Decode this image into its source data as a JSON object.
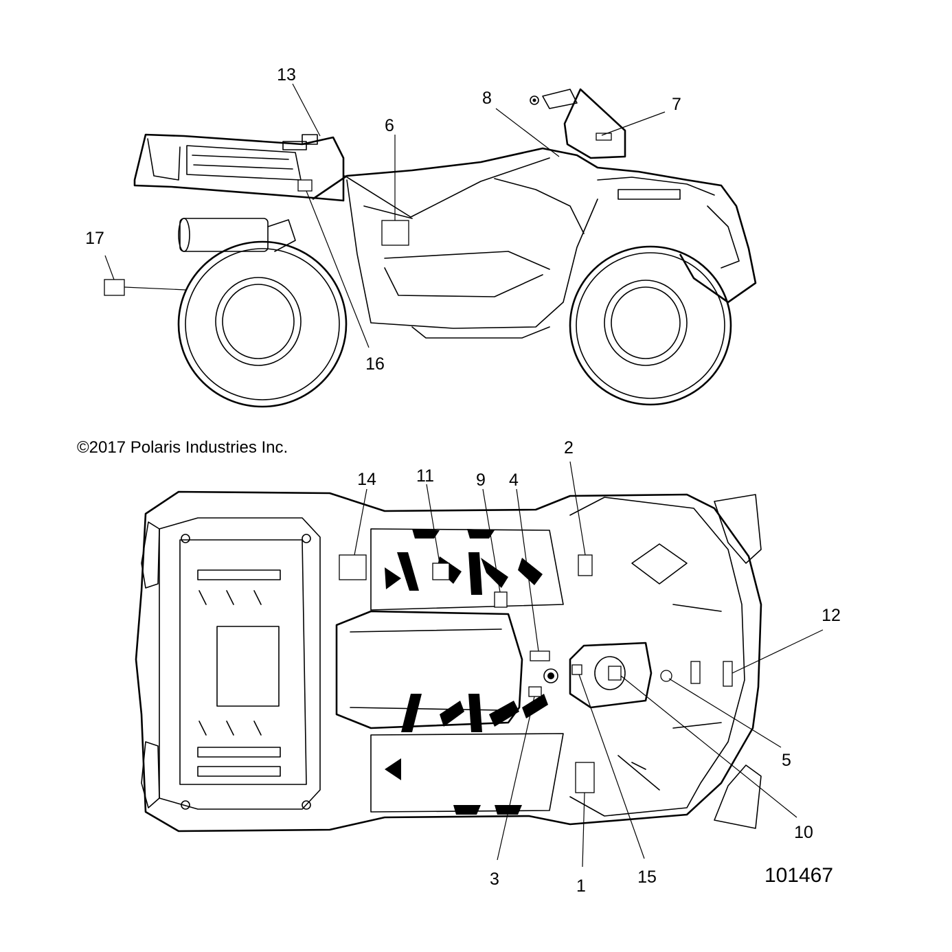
{
  "copyright": "©2017 Polaris Industries Inc.",
  "drawing_number": "101467",
  "callouts": {
    "side_view": [
      "13",
      "8",
      "7",
      "6",
      "17",
      "16"
    ],
    "top_view": [
      "14",
      "11",
      "9",
      "4",
      "2",
      "12",
      "5",
      "10",
      "15",
      "1",
      "3"
    ]
  }
}
